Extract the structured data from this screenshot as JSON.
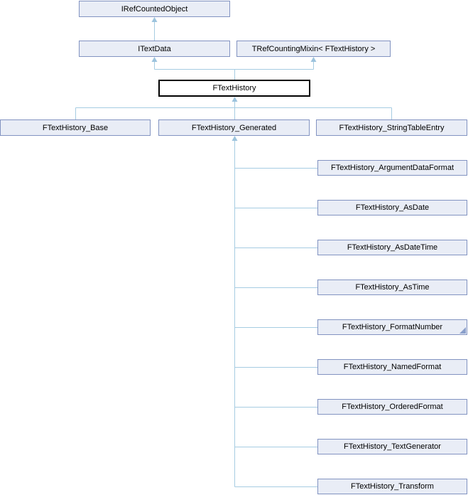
{
  "diagram": {
    "type": "class-inheritance-diagram",
    "current_class": "FTextHistory",
    "colors": {
      "node_fill": "#e9edf6",
      "node_border": "#8293c1",
      "current_node_fill": "#ffffff",
      "current_node_border": "#000000",
      "edge_line": "#a6cce2",
      "edge_arrowhead": "#9cc3dd",
      "corner_indicator": "#8ba0cb"
    },
    "nodes": {
      "iref_counted_object": {
        "label": "IRefCountedObject"
      },
      "itext_data": {
        "label": "ITextData"
      },
      "tref_counting_mixin": {
        "label": "TRefCountingMixin< FTextHistory >"
      },
      "ftext_history": {
        "label": "FTextHistory"
      },
      "ftext_history_base": {
        "label": "FTextHistory_Base"
      },
      "ftext_history_generated": {
        "label": "FTextHistory_Generated"
      },
      "ftext_history_string_table_entry": {
        "label": "FTextHistory_StringTableEntry"
      }
    },
    "generated_children": [
      {
        "label": "FTextHistory_ArgumentDataFormat",
        "has_subclasses": false
      },
      {
        "label": "FTextHistory_AsDate",
        "has_subclasses": false
      },
      {
        "label": "FTextHistory_AsDateTime",
        "has_subclasses": false
      },
      {
        "label": "FTextHistory_AsTime",
        "has_subclasses": false
      },
      {
        "label": "FTextHistory_FormatNumber",
        "has_subclasses": true
      },
      {
        "label": "FTextHistory_NamedFormat",
        "has_subclasses": false
      },
      {
        "label": "FTextHistory_OrderedFormat",
        "has_subclasses": false
      },
      {
        "label": "FTextHistory_TextGenerator",
        "has_subclasses": false
      },
      {
        "label": "FTextHistory_Transform",
        "has_subclasses": false
      }
    ]
  }
}
